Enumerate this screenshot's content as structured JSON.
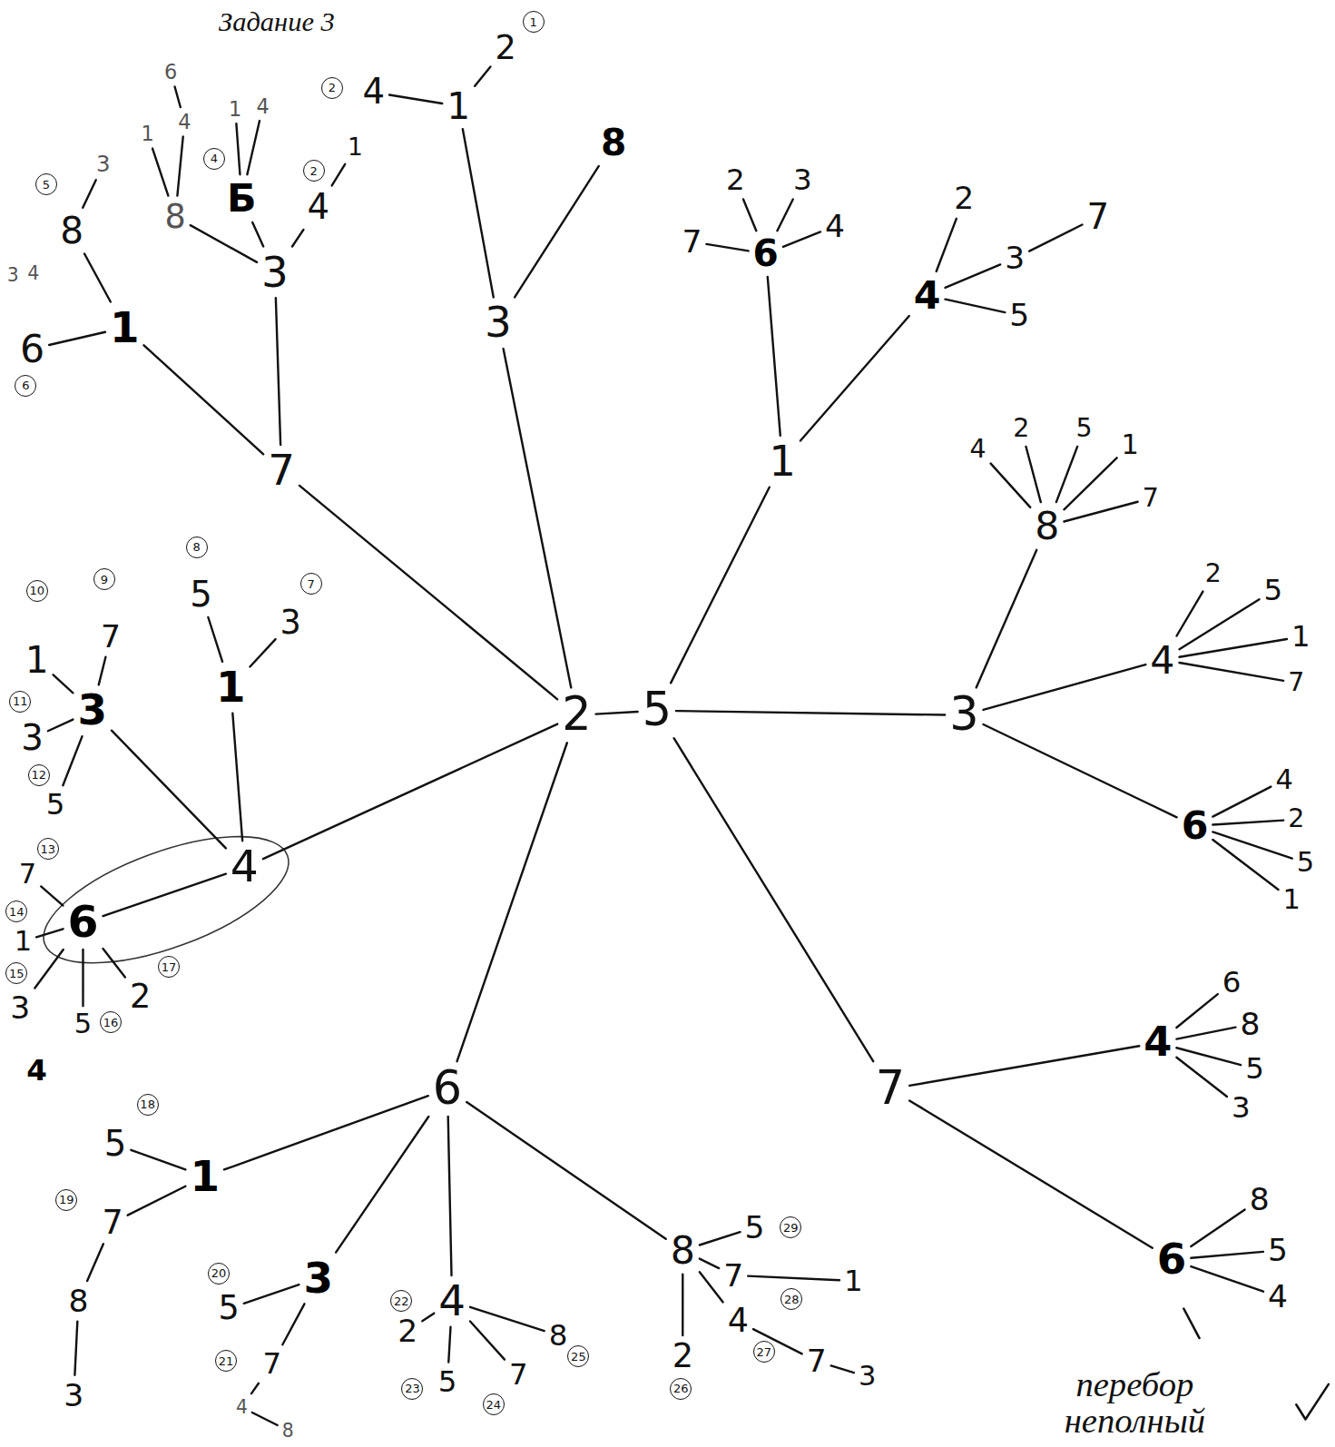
{
  "diagram": {
    "title": "Задание 3",
    "nodes": [
      {
        "text": [
          "2"
        ]
      },
      {
        "text": [
          "5"
        ]
      },
      {
        "text": [
          "7"
        ]
      },
      {
        "text": [
          "1"
        ]
      },
      {
        "text": [
          "6"
        ]
      },
      {
        "text": [
          "8"
        ]
      },
      {
        "text": [
          "3"
        ]
      },
      {
        "text": [
          "3"
        ]
      },
      {
        "text": [
          "8"
        ]
      },
      {
        "text": [
          "1"
        ]
      },
      {
        "text": [
          "4"
        ]
      },
      {
        "text": [
          "6"
        ]
      },
      {
        "text": [
          "Б"
        ]
      },
      {
        "text": [
          "1"
        ]
      },
      {
        "text": [
          "4"
        ]
      },
      {
        "text": [
          "4"
        ]
      },
      {
        "text": [
          "1"
        ]
      },
      {
        "text": [
          "3"
        ]
      },
      {
        "text": [
          "1"
        ]
      },
      {
        "text": [
          "4"
        ]
      },
      {
        "text": [
          "2"
        ]
      },
      {
        "text": [
          "8"
        ]
      },
      {
        "text": [
          "1"
        ]
      },
      {
        "text": [
          "6"
        ]
      },
      {
        "text": [
          "7"
        ]
      },
      {
        "text": [
          "2"
        ]
      },
      {
        "text": [
          "3"
        ]
      },
      {
        "text": [
          "4"
        ]
      },
      {
        "text": [
          "4"
        ]
      },
      {
        "text": [
          "2"
        ]
      },
      {
        "text": [
          "3"
        ]
      },
      {
        "text": [
          "7"
        ]
      },
      {
        "text": [
          "5"
        ]
      },
      {
        "text": [
          "3"
        ]
      },
      {
        "text": [
          "8"
        ]
      },
      {
        "text": [
          "4"
        ]
      },
      {
        "text": [
          "2"
        ]
      },
      {
        "text": [
          "5"
        ]
      },
      {
        "text": [
          "1"
        ]
      },
      {
        "text": [
          "7"
        ]
      },
      {
        "text": [
          "4"
        ]
      },
      {
        "text": [
          "2"
        ]
      },
      {
        "text": [
          "5"
        ]
      },
      {
        "text": [
          "1"
        ]
      },
      {
        "text": [
          "7"
        ]
      },
      {
        "text": [
          "6"
        ]
      },
      {
        "text": [
          "4"
        ]
      },
      {
        "text": [
          "2"
        ]
      },
      {
        "text": [
          "5"
        ]
      },
      {
        "text": [
          "1"
        ]
      },
      {
        "text": [
          "7"
        ]
      },
      {
        "text": [
          "4"
        ]
      },
      {
        "text": [
          "6"
        ]
      },
      {
        "text": [
          "8"
        ]
      },
      {
        "text": [
          "5"
        ]
      },
      {
        "text": [
          "3"
        ]
      },
      {
        "text": [
          "6"
        ]
      },
      {
        "text": [
          "8"
        ]
      },
      {
        "text": [
          "5"
        ]
      },
      {
        "text": [
          "4"
        ]
      },
      {
        "text": [
          "4"
        ]
      },
      {
        "text": [
          "3"
        ]
      },
      {
        "text": [
          "1"
        ]
      },
      {
        "text": [
          "7"
        ]
      },
      {
        "text": [
          "3"
        ]
      },
      {
        "text": [
          "5"
        ]
      },
      {
        "text": [
          "1"
        ]
      },
      {
        "text": [
          "5"
        ]
      },
      {
        "text": [
          "3"
        ]
      },
      {
        "text": [
          "6"
        ]
      },
      {
        "text": [
          "7"
        ]
      },
      {
        "text": [
          "1"
        ]
      },
      {
        "text": [
          "3"
        ]
      },
      {
        "text": [
          "5"
        ]
      },
      {
        "text": [
          "2"
        ]
      },
      {
        "text": [
          "6"
        ]
      },
      {
        "text": [
          "1"
        ]
      },
      {
        "text": [
          "5"
        ]
      },
      {
        "text": [
          "7"
        ]
      },
      {
        "text": [
          "8"
        ]
      },
      {
        "text": [
          "3"
        ]
      },
      {
        "text": [
          "3"
        ]
      },
      {
        "text": [
          "5"
        ]
      },
      {
        "text": [
          "7"
        ]
      },
      {
        "text": [
          "4"
        ]
      },
      {
        "text": [
          "8"
        ]
      },
      {
        "text": [
          "4"
        ]
      },
      {
        "text": [
          "2"
        ]
      },
      {
        "text": [
          "5"
        ]
      },
      {
        "text": [
          "7"
        ]
      },
      {
        "text": [
          "8"
        ]
      },
      {
        "text": [
          "8"
        ]
      },
      {
        "text": [
          "5"
        ]
      },
      {
        "text": [
          "7"
        ]
      },
      {
        "text": [
          "1"
        ]
      },
      {
        "text": [
          "4"
        ]
      },
      {
        "text": [
          "7"
        ]
      },
      {
        "text": [
          "3"
        ]
      },
      {
        "text": [
          "2"
        ]
      }
    ],
    "edges": [
      {
        "from": 0,
        "to": 1,
        "arrow": "none"
      },
      {
        "from": 0,
        "to": 2,
        "arrow": "none"
      },
      {
        "from": 2,
        "to": 3,
        "arrow": "none"
      },
      {
        "from": 3,
        "to": 4,
        "arrow": "none"
      },
      {
        "from": 3,
        "to": 5,
        "arrow": "none"
      },
      {
        "from": 5,
        "to": 6,
        "arrow": "none"
      },
      {
        "from": 2,
        "to": 7,
        "arrow": "none"
      },
      {
        "from": 7,
        "to": 8,
        "arrow": "none"
      },
      {
        "from": 8,
        "to": 9,
        "arrow": "none"
      },
      {
        "from": 8,
        "to": 10,
        "arrow": "none"
      },
      {
        "from": 10,
        "to": 11,
        "arrow": "none"
      },
      {
        "from": 7,
        "to": 12,
        "arrow": "none"
      },
      {
        "from": 12,
        "to": 13,
        "arrow": "none"
      },
      {
        "from": 12,
        "to": 14,
        "arrow": "none"
      },
      {
        "from": 7,
        "to": 15,
        "arrow": "none"
      },
      {
        "from": 15,
        "to": 16,
        "arrow": "none"
      },
      {
        "from": 0,
        "to": 17,
        "arrow": "none"
      },
      {
        "from": 17,
        "to": 18,
        "arrow": "none"
      },
      {
        "from": 18,
        "to": 19,
        "arrow": "none"
      },
      {
        "from": 18,
        "to": 20,
        "arrow": "none"
      },
      {
        "from": 17,
        "to": 21,
        "arrow": "none"
      },
      {
        "from": 1,
        "to": 22,
        "arrow": "none"
      },
      {
        "from": 22,
        "to": 23,
        "arrow": "none"
      },
      {
        "from": 23,
        "to": 24,
        "arrow": "none"
      },
      {
        "from": 23,
        "to": 25,
        "arrow": "none"
      },
      {
        "from": 23,
        "to": 26,
        "arrow": "none"
      },
      {
        "from": 23,
        "to": 27,
        "arrow": "none"
      },
      {
        "from": 22,
        "to": 28,
        "arrow": "none"
      },
      {
        "from": 28,
        "to": 29,
        "arrow": "none"
      },
      {
        "from": 28,
        "to": 30,
        "arrow": "none"
      },
      {
        "from": 30,
        "to": 31,
        "arrow": "none"
      },
      {
        "from": 28,
        "to": 32,
        "arrow": "none"
      },
      {
        "from": 1,
        "to": 33,
        "arrow": "none"
      },
      {
        "from": 33,
        "to": 34,
        "arrow": "none"
      },
      {
        "from": 34,
        "to": 35,
        "arrow": "none"
      },
      {
        "from": 34,
        "to": 36,
        "arrow": "none"
      },
      {
        "from": 34,
        "to": 37,
        "arrow": "none"
      },
      {
        "from": 34,
        "to": 38,
        "arrow": "none"
      },
      {
        "from": 34,
        "to": 39,
        "arrow": "none"
      },
      {
        "from": 33,
        "to": 40,
        "arrow": "none"
      },
      {
        "from": 40,
        "to": 41,
        "arrow": "none"
      },
      {
        "from": 40,
        "to": 42,
        "arrow": "none"
      },
      {
        "from": 40,
        "to": 43,
        "arrow": "none"
      },
      {
        "from": 40,
        "to": 44,
        "arrow": "none"
      },
      {
        "from": 33,
        "to": 45,
        "arrow": "none"
      },
      {
        "from": 45,
        "to": 46,
        "arrow": "none"
      },
      {
        "from": 45,
        "to": 47,
        "arrow": "none"
      },
      {
        "from": 45,
        "to": 48,
        "arrow": "none"
      },
      {
        "from": 45,
        "to": 49,
        "arrow": "none"
      },
      {
        "from": 1,
        "to": 50,
        "arrow": "none"
      },
      {
        "from": 50,
        "to": 51,
        "arrow": "none"
      },
      {
        "from": 51,
        "to": 52,
        "arrow": "none"
      },
      {
        "from": 51,
        "to": 53,
        "arrow": "none"
      },
      {
        "from": 51,
        "to": 54,
        "arrow": "none"
      },
      {
        "from": 51,
        "to": 55,
        "arrow": "none"
      },
      {
        "from": 50,
        "to": 56,
        "arrow": "none"
      },
      {
        "from": 56,
        "to": 57,
        "arrow": "none"
      },
      {
        "from": 56,
        "to": 58,
        "arrow": "none"
      },
      {
        "from": 56,
        "to": 59,
        "arrow": "none"
      },
      {
        "from": 0,
        "to": 60,
        "arrow": "none"
      },
      {
        "from": 60,
        "to": 61,
        "arrow": "none"
      },
      {
        "from": 61,
        "to": 62,
        "arrow": "none"
      },
      {
        "from": 61,
        "to": 63,
        "arrow": "none"
      },
      {
        "from": 61,
        "to": 64,
        "arrow": "none"
      },
      {
        "from": 61,
        "to": 65,
        "arrow": "none"
      },
      {
        "from": 60,
        "to": 66,
        "arrow": "none"
      },
      {
        "from": 66,
        "to": 67,
        "arrow": "none"
      },
      {
        "from": 66,
        "to": 68,
        "arrow": "none"
      },
      {
        "from": 60,
        "to": 69,
        "arrow": "none"
      },
      {
        "from": 69,
        "to": 70,
        "arrow": "none"
      },
      {
        "from": 69,
        "to": 71,
        "arrow": "none"
      },
      {
        "from": 69,
        "to": 72,
        "arrow": "none"
      },
      {
        "from": 69,
        "to": 73,
        "arrow": "none"
      },
      {
        "from": 69,
        "to": 74,
        "arrow": "none"
      },
      {
        "from": 0,
        "to": 75,
        "arrow": "none"
      },
      {
        "from": 75,
        "to": 76,
        "arrow": "none"
      },
      {
        "from": 76,
        "to": 77,
        "arrow": "none"
      },
      {
        "from": 76,
        "to": 78,
        "arrow": "none"
      },
      {
        "from": 78,
        "to": 79,
        "arrow": "none"
      },
      {
        "from": 79,
        "to": 80,
        "arrow": "none"
      },
      {
        "from": 75,
        "to": 81,
        "arrow": "none"
      },
      {
        "from": 81,
        "to": 82,
        "arrow": "none"
      },
      {
        "from": 81,
        "to": 83,
        "arrow": "none"
      },
      {
        "from": 83,
        "to": 84,
        "arrow": "none"
      },
      {
        "from": 84,
        "to": 85,
        "arrow": "none"
      },
      {
        "from": 75,
        "to": 86,
        "arrow": "none"
      },
      {
        "from": 86,
        "to": 87,
        "arrow": "none"
      },
      {
        "from": 86,
        "to": 88,
        "arrow": "none"
      },
      {
        "from": 86,
        "to": 89,
        "arrow": "none"
      },
      {
        "from": 86,
        "to": 90,
        "arrow": "none"
      },
      {
        "from": 75,
        "to": 91,
        "arrow": "none"
      },
      {
        "from": 91,
        "to": 92,
        "arrow": "none"
      },
      {
        "from": 91,
        "to": 93,
        "arrow": "none"
      },
      {
        "from": 93,
        "to": 94,
        "arrow": "none"
      },
      {
        "from": 91,
        "to": 95,
        "arrow": "none"
      },
      {
        "from": 95,
        "to": 96,
        "arrow": "none"
      },
      {
        "from": 96,
        "to": 97,
        "arrow": "none"
      },
      {
        "from": 91,
        "to": 98,
        "arrow": "none"
      }
    ],
    "labels": [
      "5",
      "3",
      "4",
      "6",
      "4",
      "2",
      "2",
      "1",
      "10",
      "9",
      "11",
      "12",
      "8",
      "7",
      "13",
      "14",
      "15",
      "16",
      "17",
      "4",
      "18",
      "19",
      "20",
      "21",
      "22",
      "23",
      "24",
      "25",
      "26",
      "27",
      "28",
      "29",
      "перебор неполный"
    ]
  }
}
